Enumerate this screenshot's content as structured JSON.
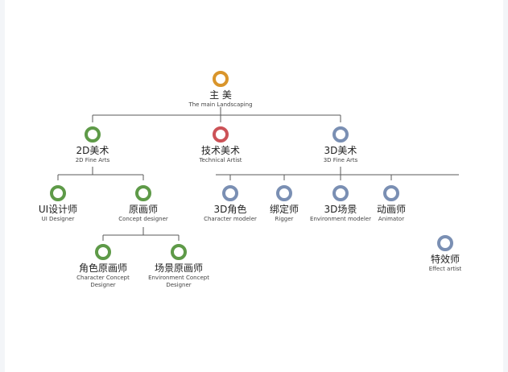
{
  "colors": {
    "orange": "#d9952b",
    "green": "#5e9a48",
    "red": "#cc5257",
    "blue": "#7a8fb3",
    "line": "#5a5a5a"
  },
  "nodes": {
    "root": {
      "zh": "主 美",
      "en": "The main Landscaping",
      "color": "orange"
    },
    "art2d": {
      "zh": "2D美术",
      "en": "2D Fine Arts",
      "color": "green"
    },
    "tech": {
      "zh": "技术美术",
      "en": "Technical Artist",
      "color": "red"
    },
    "art3d": {
      "zh": "3D美术",
      "en": "3D Fine Arts",
      "color": "blue"
    },
    "ui": {
      "zh": "UI设计师",
      "en": "UI Designer",
      "color": "green"
    },
    "concept": {
      "zh": "原画师",
      "en": "Concept designer",
      "color": "green"
    },
    "char3d": {
      "zh": "3D角色",
      "en": "Character modeler",
      "color": "blue"
    },
    "rigger": {
      "zh": "绑定师",
      "en": "Rigger",
      "color": "blue"
    },
    "scene3d": {
      "zh": "3D场景",
      "en": "Environment modeler",
      "color": "blue"
    },
    "animator": {
      "zh": "动画师",
      "en": "Animator",
      "color": "blue"
    },
    "charConcept": {
      "zh": "角色原画师",
      "en": "Character Concept\nDesigner",
      "color": "green"
    },
    "envConcept": {
      "zh": "场景原画师",
      "en": "Environment Concept\nDesigner",
      "color": "green"
    },
    "effect": {
      "zh": "特效师",
      "en": "Effect artist",
      "color": "blue"
    }
  }
}
